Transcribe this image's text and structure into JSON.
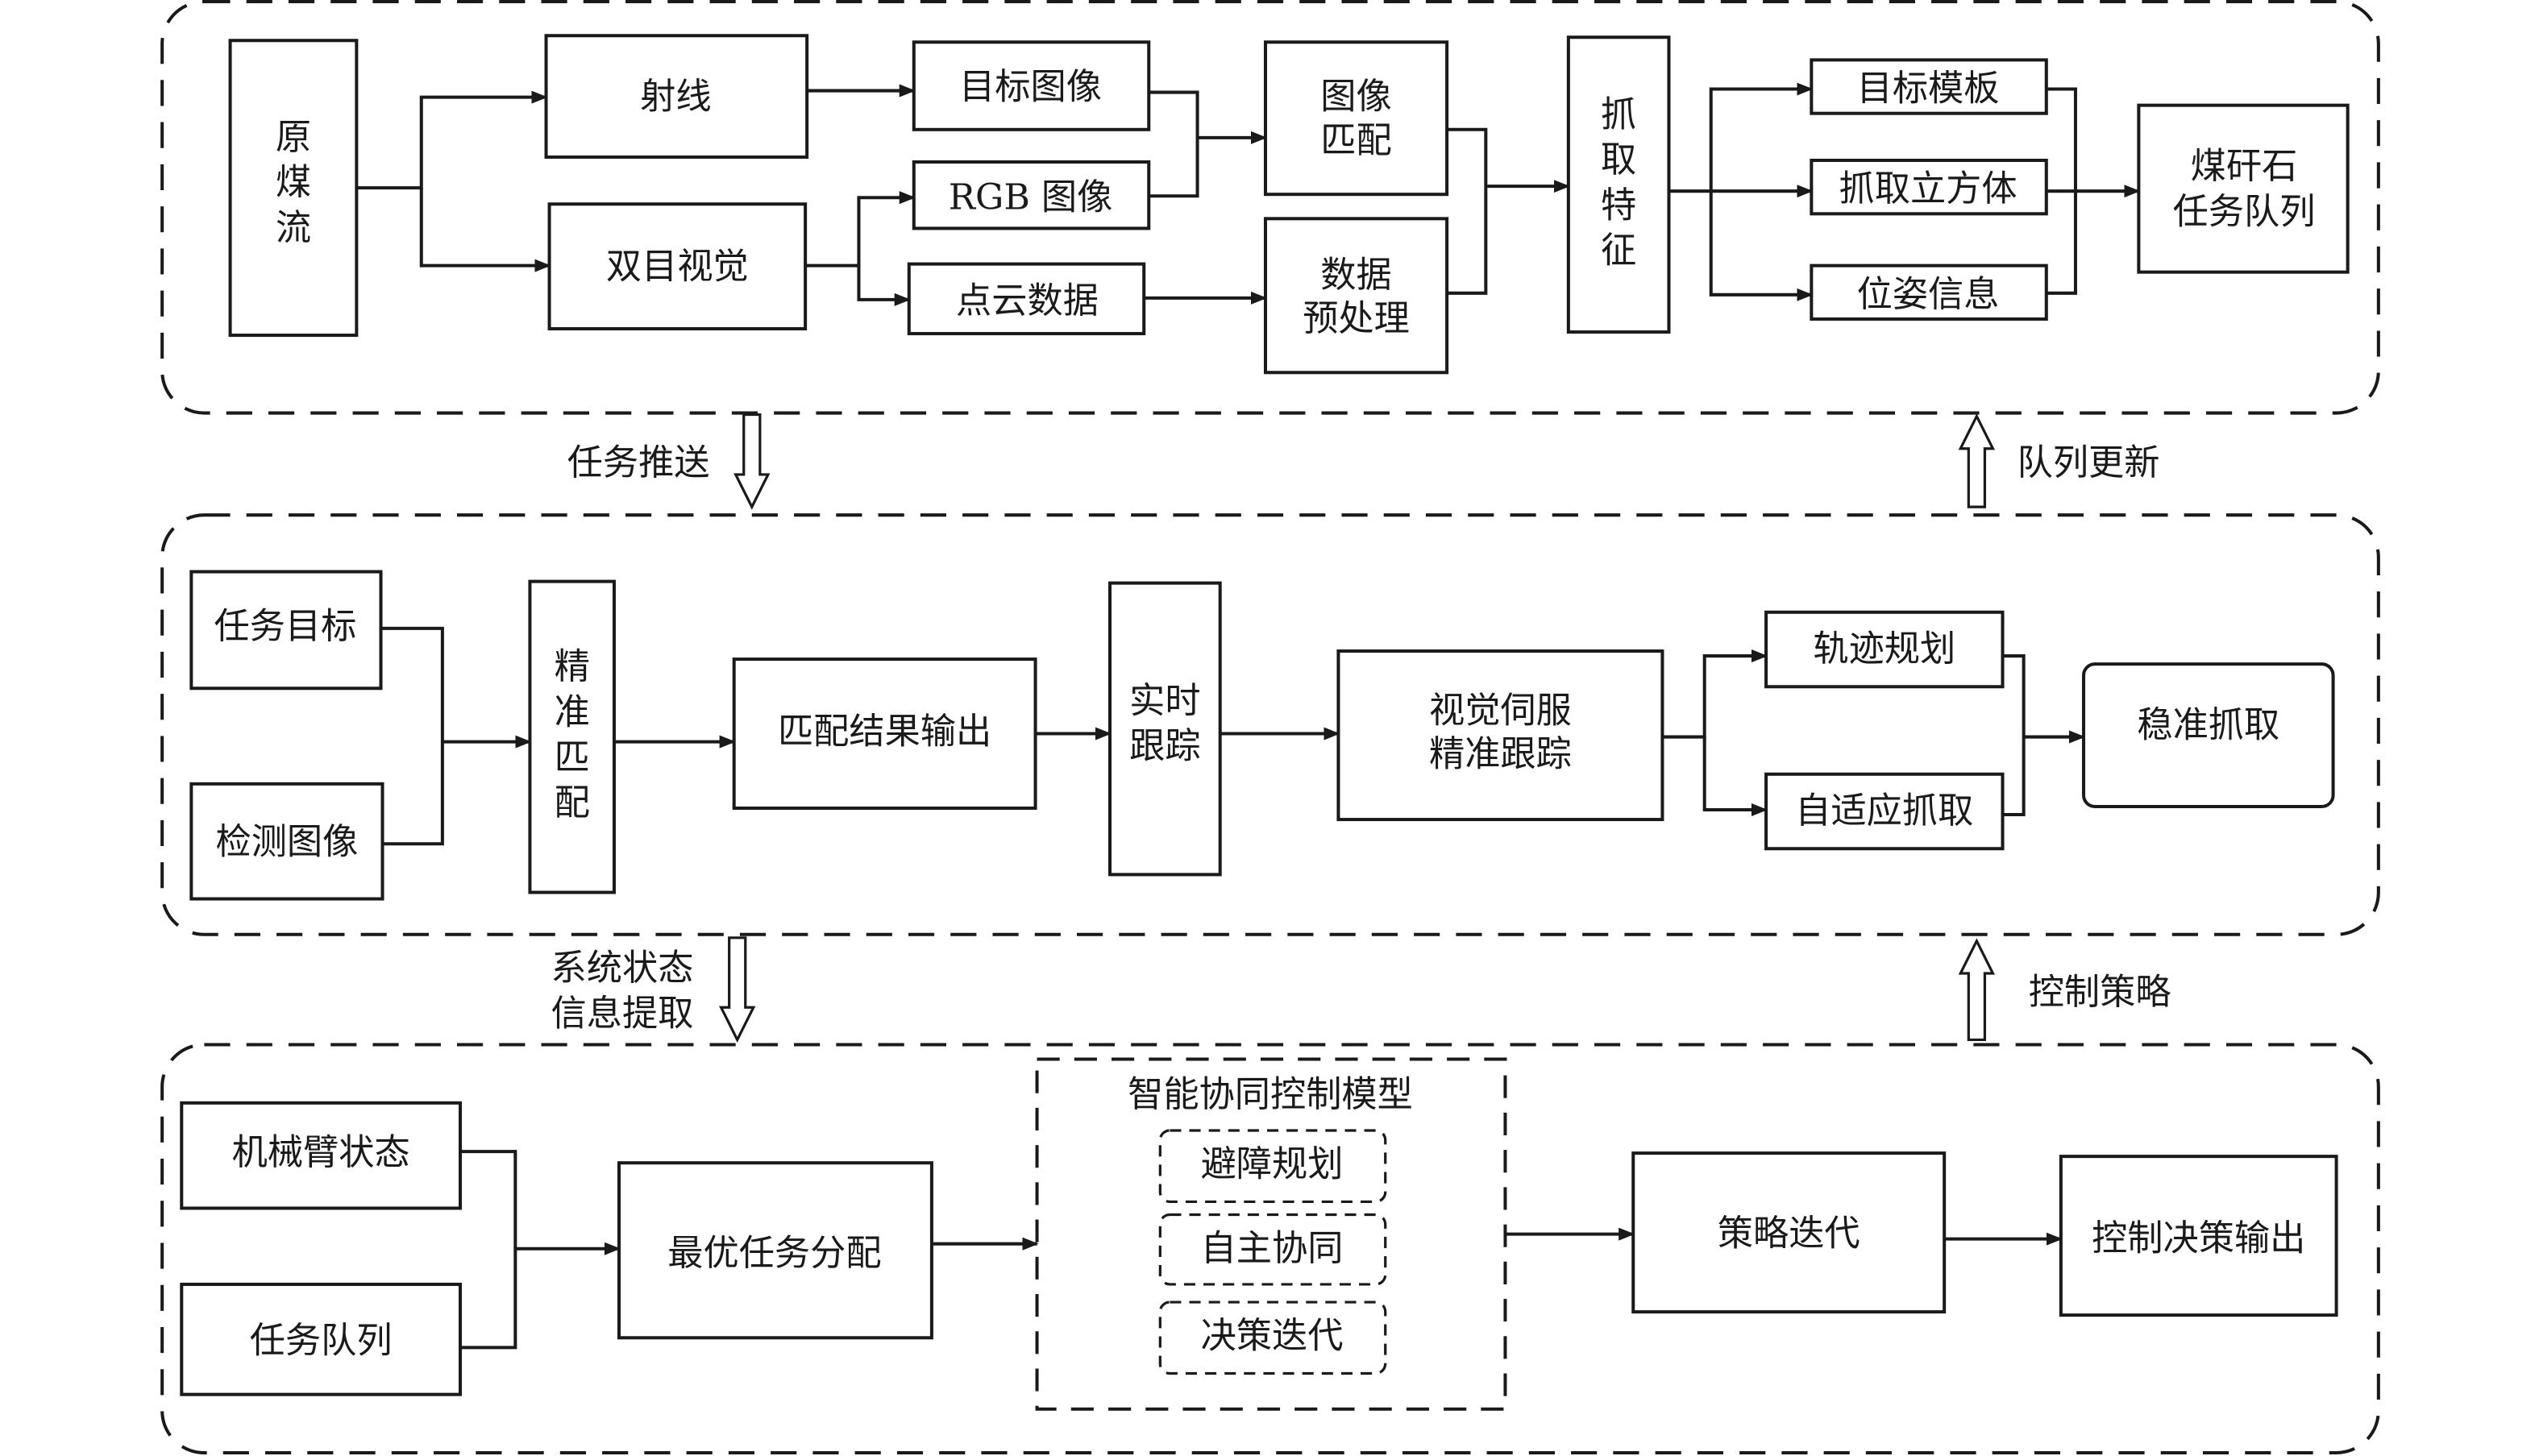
{
  "colors": {
    "stroke": "#1a1a1a",
    "background": "#ffffff"
  },
  "panels": {
    "perception": {
      "raw_coal_flow": [
        "原",
        "煤",
        "流"
      ],
      "ray": "射线",
      "binocular_vision": "双目视觉",
      "target_image": "目标图像",
      "rgb_image": "RGB 图像",
      "point_cloud": "点云数据",
      "image_matching": [
        "图像",
        "匹配"
      ],
      "data_preprocessing": [
        "数据",
        "预处理"
      ],
      "grasp_features": [
        "抓",
        "取",
        "特",
        "征"
      ],
      "target_template": "目标模板",
      "grasp_cube": "抓取立方体",
      "pose_info": "位姿信息",
      "task_queue": [
        "煤矸石",
        "任务队列"
      ]
    },
    "tracking": {
      "task_target": "任务目标",
      "detection_image": "检测图像",
      "precise_matching": [
        "精",
        "准",
        "匹",
        "配"
      ],
      "match_output": "匹配结果输出",
      "realtime_tracking": [
        "实时",
        "跟踪"
      ],
      "visual_servo": [
        "视觉伺服",
        "精准跟踪"
      ],
      "trajectory_planning": "轨迹规划",
      "adaptive_grasp": "自适应抓取",
      "stable_grasp": "稳准抓取"
    },
    "control": {
      "arm_state": "机械臂状态",
      "task_queue": "任务队列",
      "optimal_allocation": "最优任务分配",
      "model_title": "智能协同控制模型",
      "model_items": [
        "避障规划",
        "自主协同",
        "决策迭代"
      ],
      "policy_iteration": "策略迭代",
      "control_output": "控制决策输出"
    }
  },
  "links": {
    "task_push": "任务推送",
    "queue_update": "队列更新",
    "state_extract": [
      "系统状态",
      "信息提取"
    ],
    "control_policy": "控制策略"
  }
}
